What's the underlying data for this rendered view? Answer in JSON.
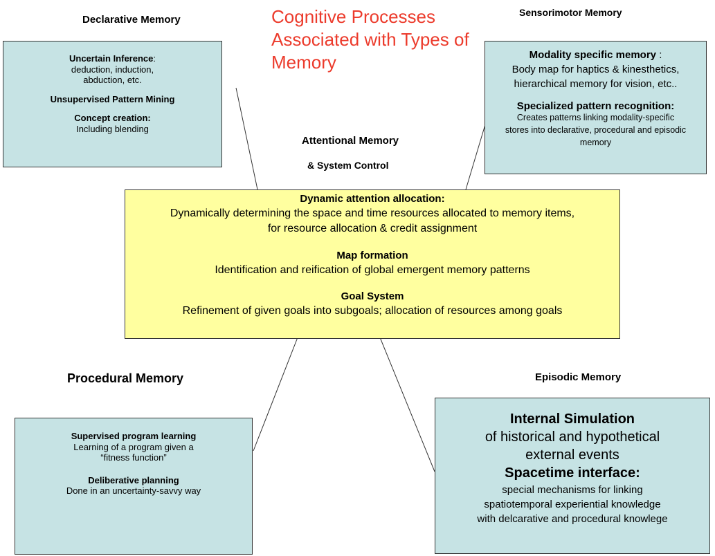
{
  "title": "Cognitive Processes Associated with Types of Memory",
  "headings": {
    "declarative": "Declarative Memory",
    "sensorimotor": "Sensorimotor Memory",
    "attentional_1": "Attentional Memory",
    "attentional_2": "& System Control",
    "procedural": "Procedural Memory",
    "episodic": "Episodic Memory"
  },
  "declarative_box": {
    "inference_title": "Uncertain Inference",
    "inference_colon": ":",
    "inference_line1": "deduction, induction,",
    "inference_line2": "abduction, etc.",
    "mining_title": "Unsupervised Pattern Mining",
    "concept_title": "Concept creation:",
    "concept_text": "Including blending"
  },
  "sensorimotor_box": {
    "modality_title": "Modality specific memory",
    "modality_colon": " :",
    "modality_line1": "Body map for haptics & kinesthetics,",
    "modality_line2": "hierarchical memory for vision, etc..",
    "recognition_title": "Specialized pattern recognition:",
    "recognition_line1": "Creates patterns linking modality-specific",
    "recognition_line2": "stores into declarative, procedural and episodic",
    "recognition_line3": "memory"
  },
  "attention_box": {
    "allocation_title": "Dynamic attention allocation:",
    "allocation_line1": "Dynamically determining the space and time resources allocated to memory items,",
    "allocation_line2": "for resource allocation & credit assignment",
    "map_title": "Map formation",
    "map_text": "Identification and reification of global emergent memory patterns",
    "goal_title": "Goal System",
    "goal_text": "Refinement of given goals into subgoals;  allocation of resources among goals"
  },
  "procedural_box": {
    "supervised_title": "Supervised program learning",
    "supervised_line1": "Learning of a program given a",
    "supervised_line2": "“fitness function”",
    "planning_title": "Deliberative planning",
    "planning_text": "Done in an uncertainty-savvy way"
  },
  "episodic_box": {
    "simulation_title": "Internal Simulation",
    "simulation_line1": "of historical and hypothetical",
    "simulation_line2": "external events",
    "spacetime_title": "Spacetime interface:",
    "spacetime_line1": "special mechanisms for linking",
    "spacetime_line2": "spatiotemporal experiential knowledge",
    "spacetime_line3": "with delcarative and procedural knowlege"
  },
  "colors": {
    "title": "#ec3b2c",
    "memory_box_fill": "#c6e3e4",
    "attention_box_fill": "#ffff9f",
    "border": "#333333"
  }
}
